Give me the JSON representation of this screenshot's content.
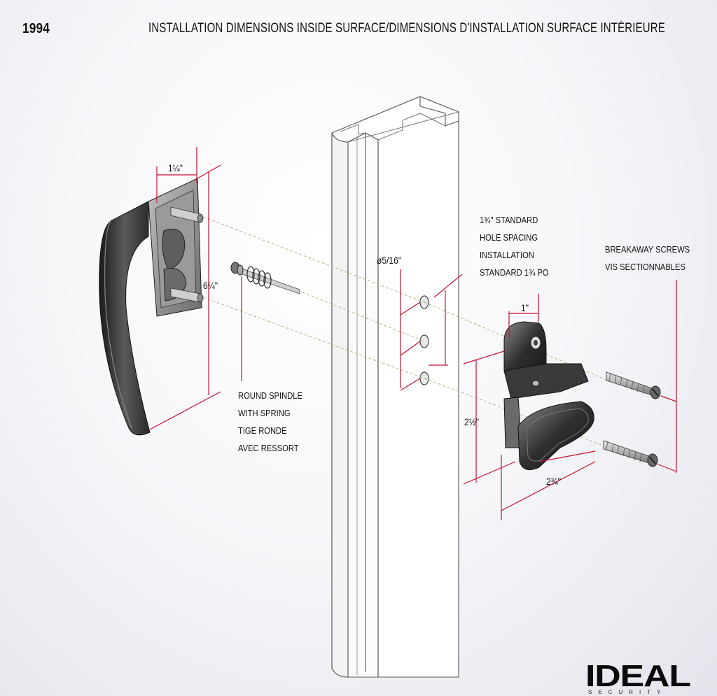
{
  "header": {
    "model": "1994",
    "title": "INSTALLATION DIMENSIONS INSIDE SURFACE/DIMENSIONS D'INSTALLATION SURFACE INTÉRIEURE"
  },
  "dimensions": {
    "handle_width": "1¼\"",
    "handle_height": "6¼\"",
    "hole_diameter": "ø5/16\"",
    "catch_width": "1\"",
    "catch_height": "2½\"",
    "catch_depth": "2¾\""
  },
  "labels": {
    "spindle": [
      "ROUND SPINDLE",
      "WITH SPRING",
      "TIGE RONDE",
      "AVEC RESSORT"
    ],
    "hole_spacing": [
      "1¾\" STANDARD",
      "HOLE SPACING",
      "INSTALLATION",
      "STANDARD 1¾ PO"
    ],
    "screws": [
      "BREAKAWAY SCREWS",
      "VIS SECTIONNABLES"
    ]
  },
  "logo": {
    "brand": "IDEAL",
    "tagline": "SECURITY"
  },
  "colors": {
    "dimension_line": "#c8102e",
    "projection_line": "#9fbf7a",
    "part_fill": "#3a3a3a"
  }
}
